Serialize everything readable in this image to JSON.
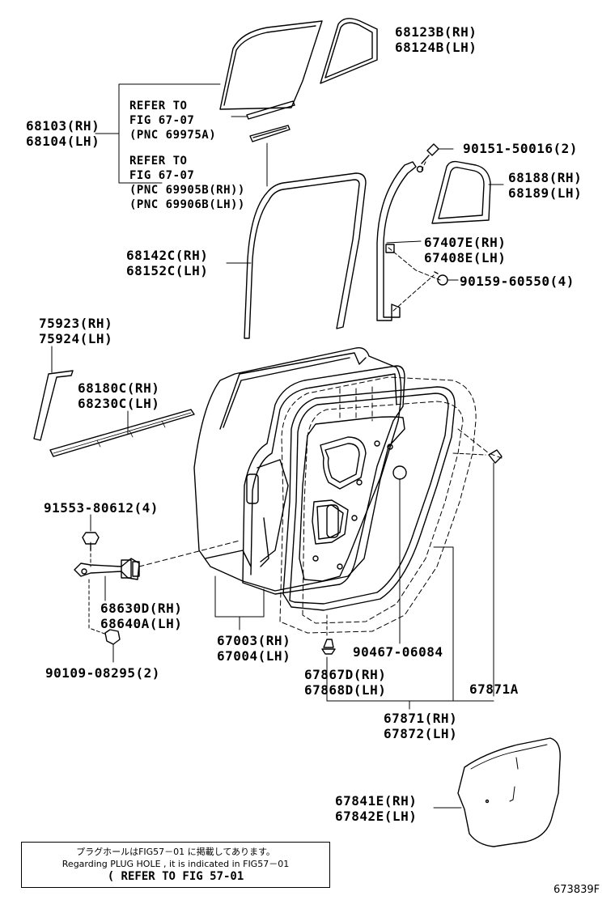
{
  "labels": {
    "p68123": [
      "68123B(RH)",
      "68124B(LH)"
    ],
    "p68103": [
      "68103(RH)",
      "68104(LH)"
    ],
    "ref1": [
      "REFER TO",
      "FIG 67-07",
      "(PNC 69975A)"
    ],
    "ref2": [
      "REFER TO",
      "FIG 67-07",
      "(PNC 69905B(RH))",
      "(PNC 69906B(LH))"
    ],
    "p90151": "90151-50016(2)",
    "p68188": [
      "68188(RH)",
      "68189(LH)"
    ],
    "p68142": [
      "68142C(RH)",
      "68152C(LH)"
    ],
    "p67407": [
      "67407E(RH)",
      "67408E(LH)"
    ],
    "p90159": "90159-60550(4)",
    "p75923": [
      "75923(RH)",
      "75924(LH)"
    ],
    "p68180": [
      "68180C(RH)",
      "68230C(LH)"
    ],
    "p91553": "91553-80612(4)",
    "p68630": [
      "68630D(RH)",
      "68640A(LH)"
    ],
    "p67003": [
      "67003(RH)",
      "67004(LH)"
    ],
    "p90467": "90467-06084",
    "p90109": "90109-08295(2)",
    "p67867": [
      "67867D(RH)",
      "67868D(LH)"
    ],
    "p67871A": "67871A",
    "p67871": [
      "67871(RH)",
      "67872(LH)"
    ],
    "p67841": [
      "67841E(RH)",
      "67842E(LH)"
    ]
  },
  "note": {
    "jp": "プラグホールはFIG57－01 に掲載してあります。",
    "en": "Regarding PLUG HOLE , it is indicated in FIG57－01",
    "refer": "( REFER TO FIG 57-01"
  },
  "figure_id": "673839F"
}
